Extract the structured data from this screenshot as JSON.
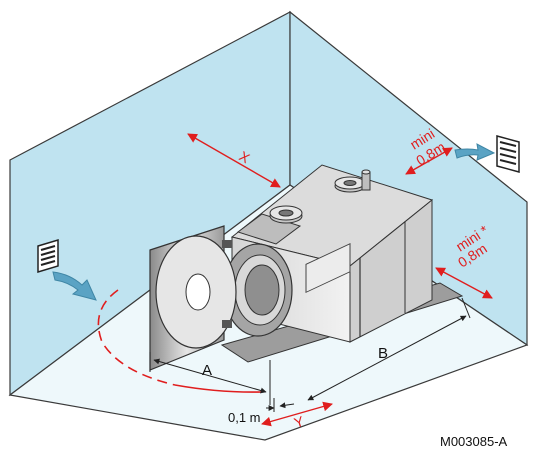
{
  "labels": {
    "dim_x": "X",
    "mini_top_line1": "mini",
    "mini_top_line2": "0,8m",
    "mini_right_line1": "mini *",
    "mini_right_line2": "0,8m",
    "dim_a": "A",
    "dim_b": "B",
    "dim_y": "Y",
    "gap": "0,1 m"
  },
  "reference_code": "M003085-A",
  "colors": {
    "wall": "#bfe3f0",
    "floor": "#eef8fb",
    "wall_edge": "#3a3a3a",
    "dimension_red": "#e01e1e",
    "airflow_arrow": "#5aa3c4",
    "boiler_grey": "#b9b9b9"
  },
  "icons": [
    "ventilation-grille-icon",
    "airflow-arrow-icon"
  ]
}
